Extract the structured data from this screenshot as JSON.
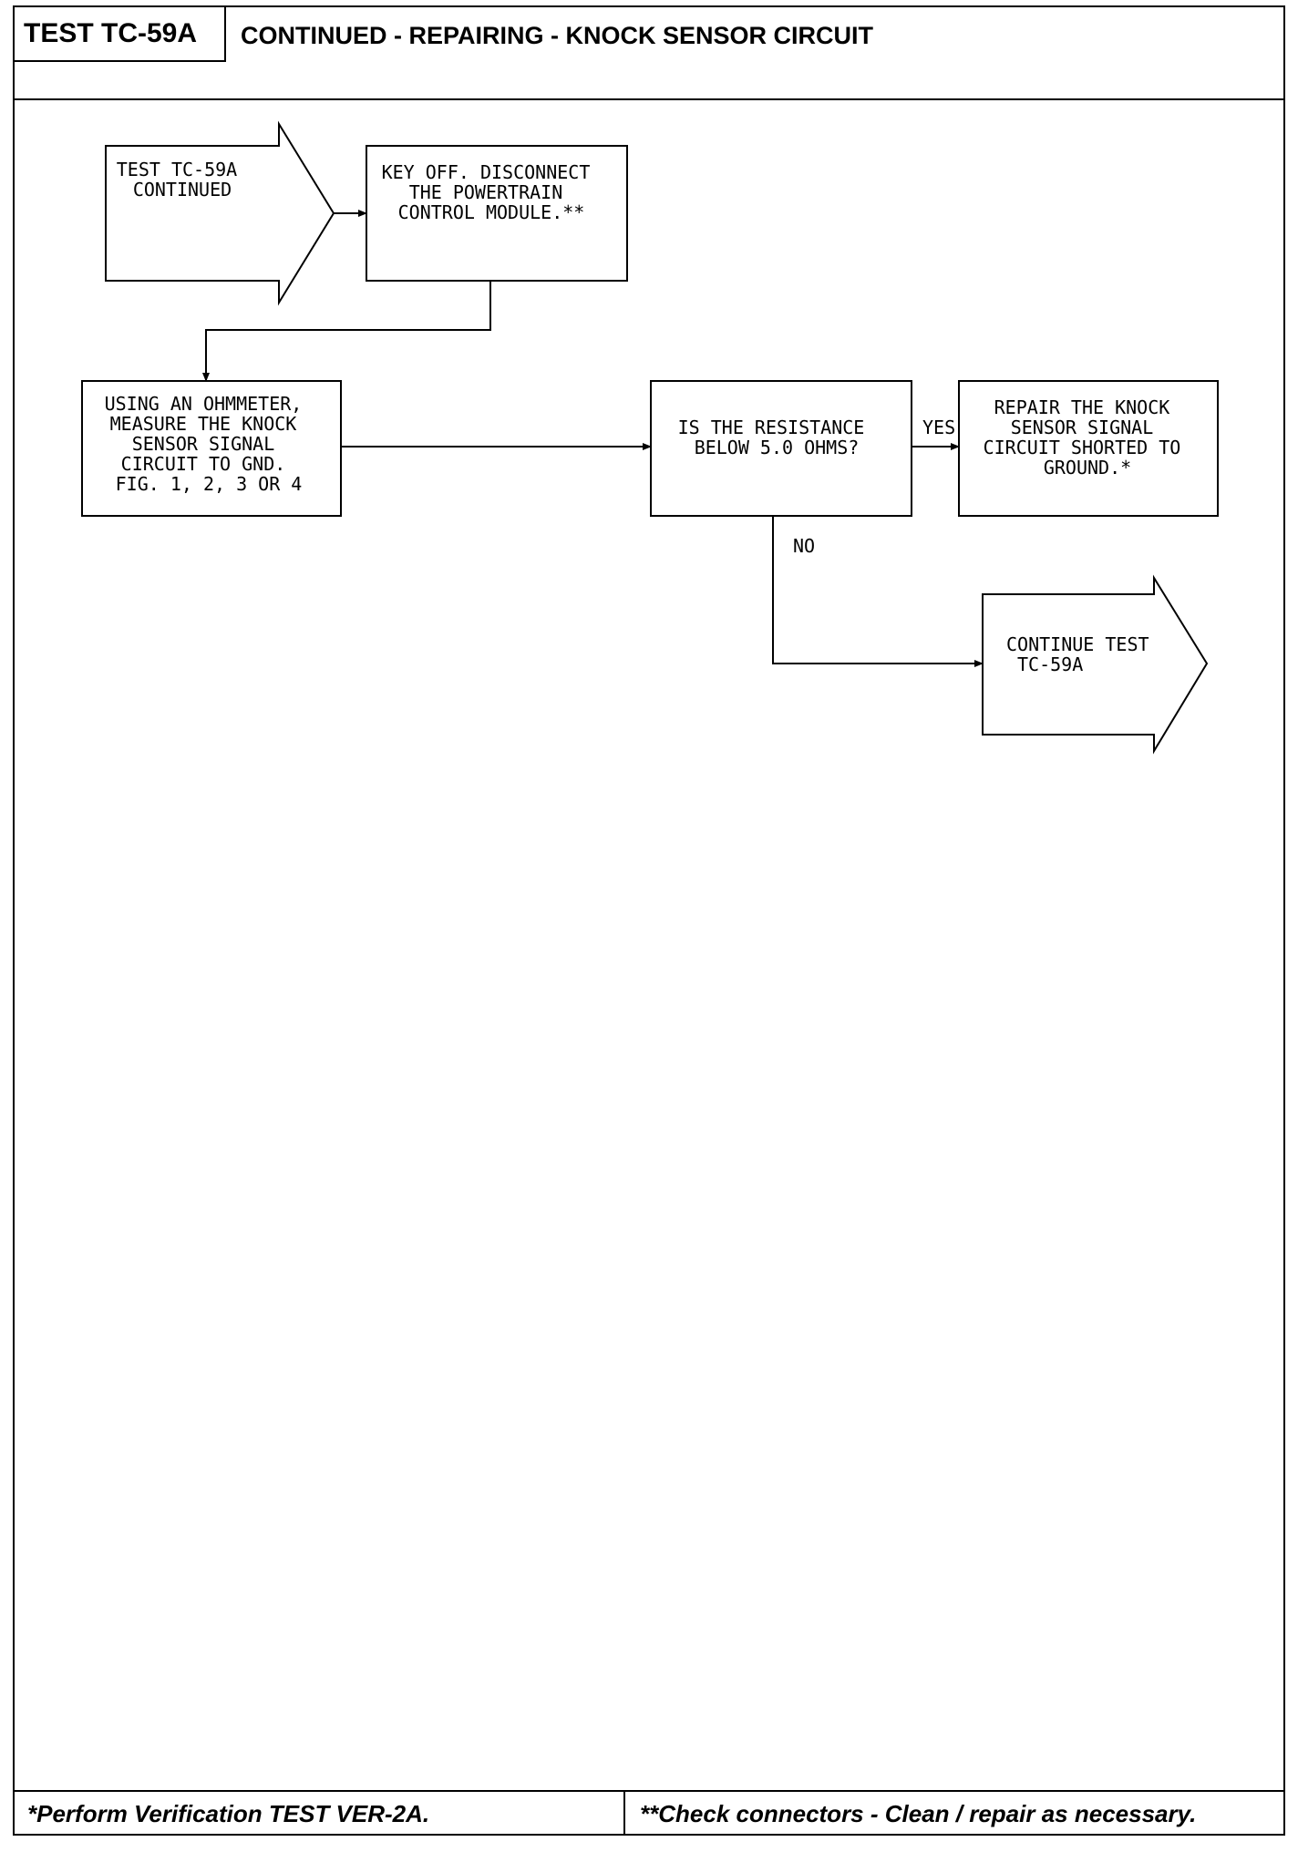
{
  "header": {
    "test_id": "TEST TC-59A",
    "title": "CONTINUED - REPAIRING - KNOCK SENSOR CIRCUIT"
  },
  "flowchart": {
    "start": [
      "TEST TC-59A",
      "CONTINUED"
    ],
    "step1": [
      "KEY OFF. DISCONNECT",
      "THE POWERTRAIN",
      "CONTROL MODULE.**"
    ],
    "step2": [
      "USING AN OHMMETER,",
      "MEASURE THE KNOCK",
      "SENSOR SIGNAL",
      "CIRCUIT TO GND.",
      "FIG. 1, 2, 3 OR 4"
    ],
    "decision": [
      "IS THE RESISTANCE",
      "BELOW 5.0 OHMS?"
    ],
    "yes_label": "YES",
    "yes_action": [
      "REPAIR THE KNOCK",
      "SENSOR SIGNAL",
      "CIRCUIT SHORTED TO",
      "GROUND.*"
    ],
    "no_label": "NO",
    "continue": [
      "CONTINUE TEST",
      "TC-59A"
    ]
  },
  "footer": {
    "left": "*Perform Verification TEST VER-2A.",
    "right": "**Check connectors - Clean / repair as necessary."
  }
}
